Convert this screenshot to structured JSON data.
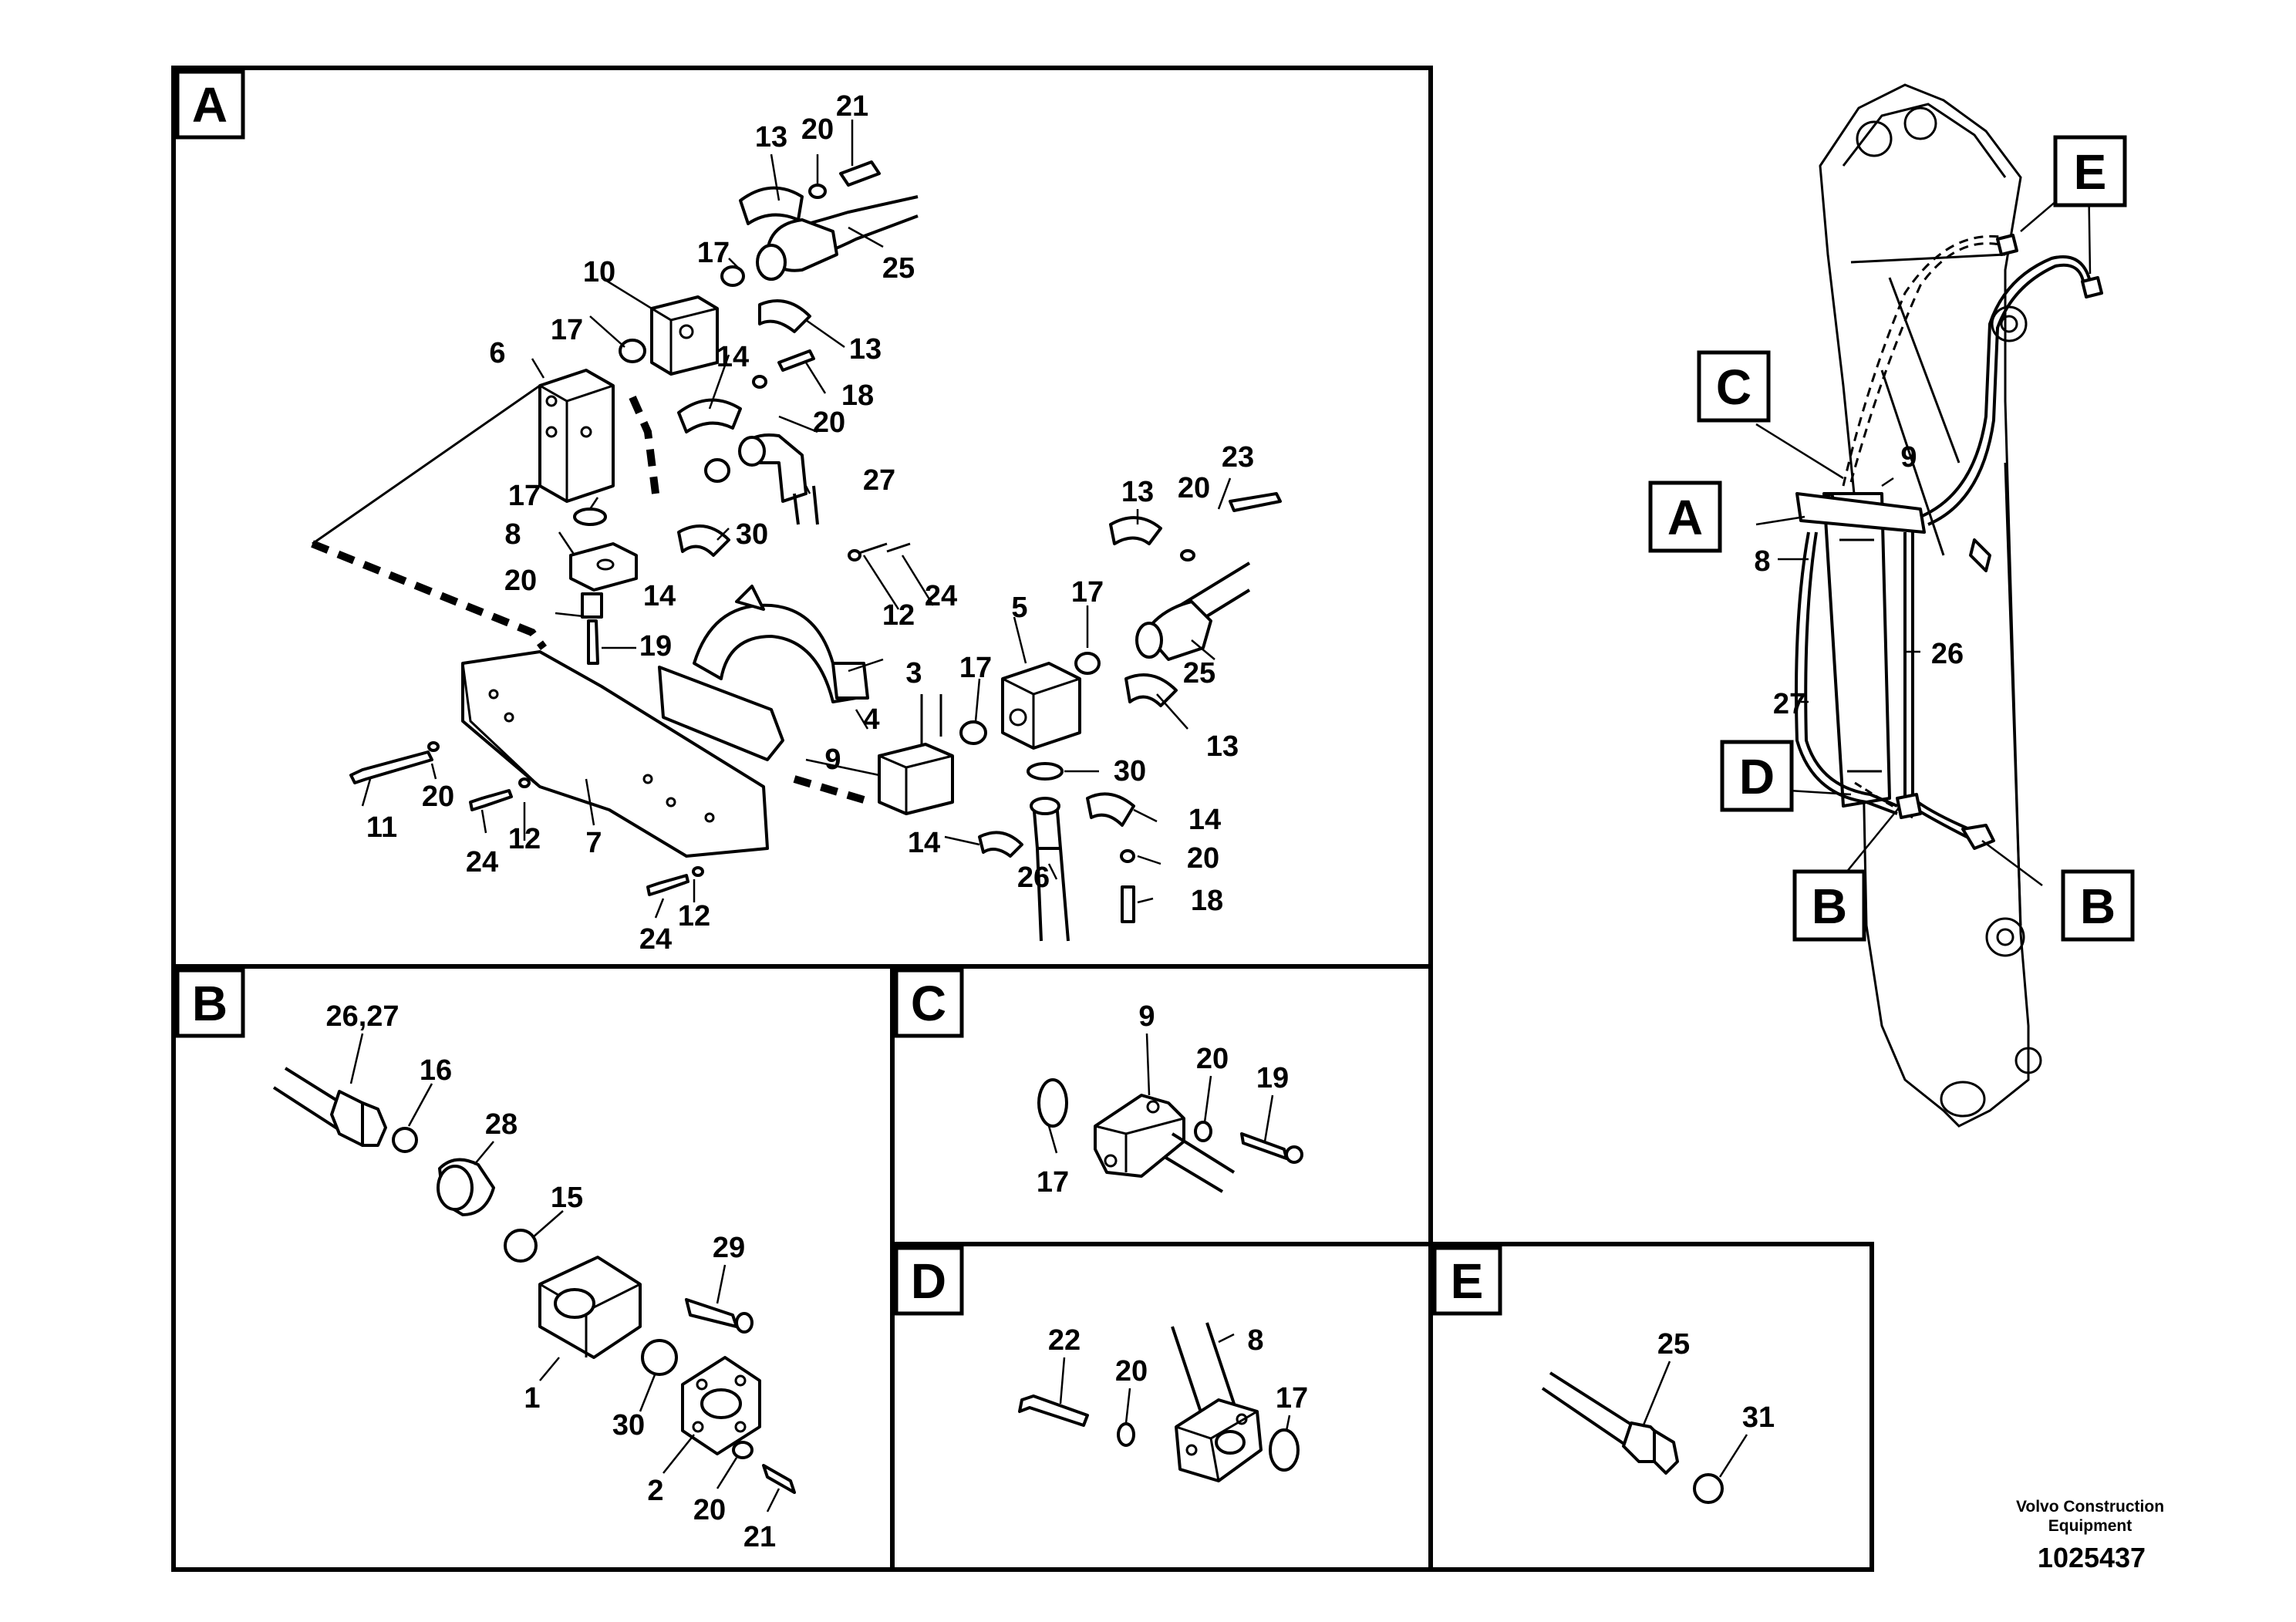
{
  "panels": {
    "A": {
      "tag": "A",
      "labels": [
        "21",
        "13",
        "20",
        "17",
        "25",
        "10",
        "17",
        "13",
        "6",
        "14",
        "18",
        "20",
        "17",
        "27",
        "23",
        "8",
        "30",
        "13",
        "20",
        "20",
        "14",
        "12",
        "24",
        "5",
        "17",
        "19",
        "3",
        "17",
        "25",
        "4",
        "13",
        "9",
        "30",
        "11",
        "20",
        "24",
        "12",
        "7",
        "14",
        "14",
        "20",
        "26",
        "18",
        "24",
        "12"
      ]
    },
    "B": {
      "tag": "B",
      "labels": [
        "26,27",
        "16",
        "28",
        "15",
        "29",
        "1",
        "30",
        "2",
        "20",
        "21"
      ]
    },
    "C": {
      "tag": "C",
      "labels": [
        "9",
        "20",
        "19",
        "17"
      ]
    },
    "D": {
      "tag": "D",
      "labels": [
        "22",
        "20",
        "8",
        "17"
      ]
    },
    "E": {
      "tag": "E",
      "labels": [
        "25",
        "31"
      ]
    }
  },
  "overview": {
    "callouts": [
      "E",
      "C",
      "A",
      "D",
      "B",
      "B"
    ],
    "labels": [
      "9",
      "8",
      "26",
      "27"
    ]
  },
  "footer": {
    "company_line1": "Volvo Construction",
    "company_line2": "Equipment",
    "drawing_number": "1025437"
  }
}
